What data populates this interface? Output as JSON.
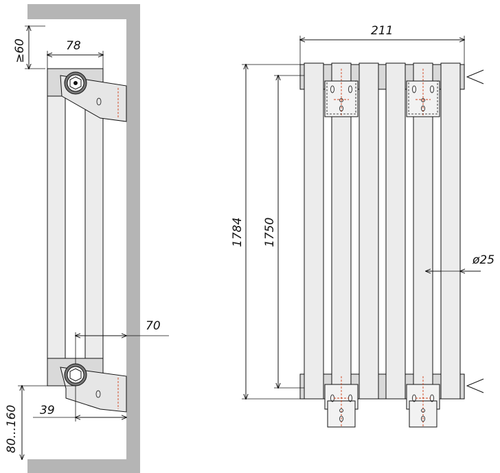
{
  "dimensions": {
    "min_wall_gap": "≥60",
    "depth": "78",
    "bracket_offset": "70",
    "pipe_offset": "39",
    "floor_gap": "80...160",
    "width": "211",
    "height_total": "1784",
    "height_axis": "1750",
    "tube_diameter": "ø25"
  }
}
